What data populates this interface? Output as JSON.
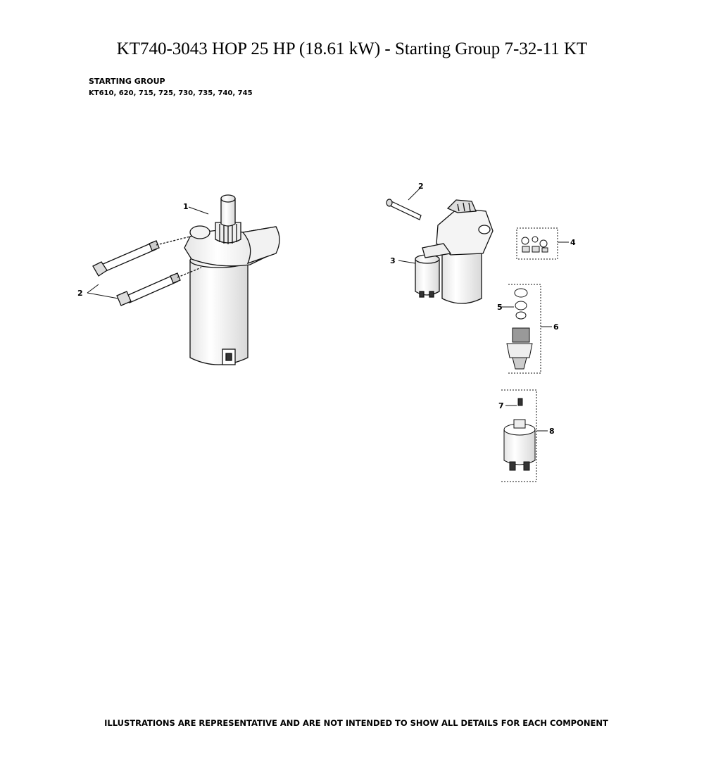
{
  "page": {
    "title": "KT740-3043 HOP 25 HP (18.61 kW) - Starting Group 7-32-11 KT"
  },
  "section": {
    "title": "STARTING GROUP",
    "subtitle": "KT610, 620, 715, 725, 730, 735, 740, 745"
  },
  "callouts": {
    "left_starter": "1",
    "left_bolts": "2",
    "right_bolt": "2",
    "right_solenoid": "3",
    "right_hardware_kit": "4",
    "drive_retainer": "5",
    "drive_kit": "6",
    "solenoid_nut": "7",
    "solenoid_kit": "8"
  },
  "footer": {
    "note": "ILLUSTRATIONS ARE REPRESENTATIVE AND ARE NOT INTENDED TO SHOW ALL DETAILS FOR EACH COMPONENT"
  }
}
